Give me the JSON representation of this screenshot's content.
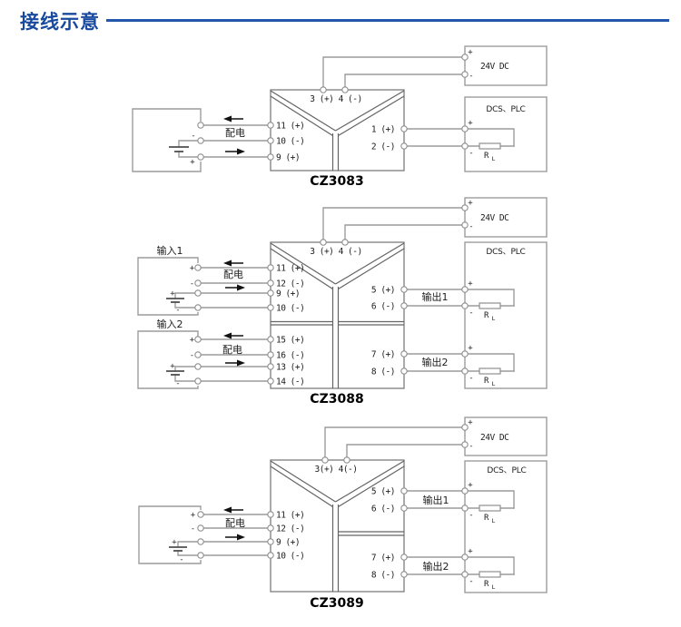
{
  "page": {
    "title": "接线示意"
  },
  "colors": {
    "accent_blue": "#2357ac",
    "title_blue": "#17499e",
    "wire_gray": "#9c9c9c"
  },
  "labels": {
    "power_dist": "配电",
    "supply": "24V DC",
    "controller": "DCS、PLC",
    "input1": "输入1",
    "input2": "输入2",
    "output1": "输出1",
    "output2": "输出2",
    "rl_base": "R",
    "rl_sub": "L",
    "plus": "+",
    "minus": "-"
  },
  "diagrams": [
    {
      "model": "CZ3083",
      "top_label": "3 (+) 4 (-)",
      "left_terminals": [
        "11 (+)",
        "10 (-)",
        "9 (+)"
      ],
      "right_terminals": [
        "1 (+)",
        "2 (-)"
      ]
    },
    {
      "model": "CZ3088",
      "top_label": "3 (+) 4 (-)",
      "left_terminals": [
        "11 (+)",
        "12 (-)",
        "9 (+)",
        "10 (-)"
      ],
      "left_terminals2": [
        "15 (+)",
        "16 (-)",
        "13 (+)",
        "14 (-)"
      ],
      "right_terminals": [
        "5 (+)",
        "6 (-)"
      ],
      "right_terminals2": [
        "7 (+)",
        "8 (-)"
      ]
    },
    {
      "model": "CZ3089",
      "top_label": "3(+) 4(-)",
      "left_terminals": [
        "11 (+)",
        "12 (-)",
        "9 (+)",
        "10 (-)"
      ],
      "right_terminals": [
        "5 (+)",
        "6 (-)"
      ],
      "right_terminals2": [
        "7 (+)",
        "8 (-)"
      ]
    }
  ]
}
